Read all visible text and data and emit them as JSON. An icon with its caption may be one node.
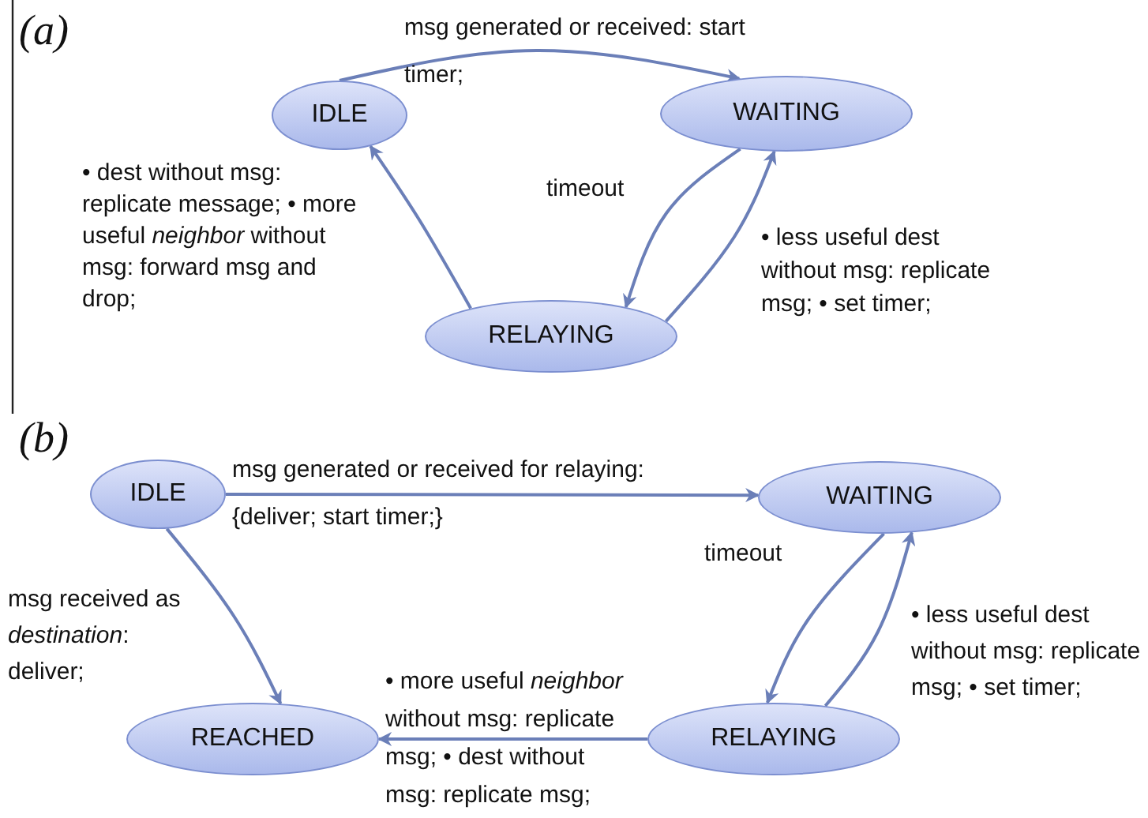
{
  "diagram": {
    "nodes": [
      {
        "text": [
          "IDLE"
        ]
      },
      {
        "text": [
          "WAITING"
        ]
      },
      {
        "text": [
          "RELAYING"
        ]
      },
      {
        "text": [
          "IDLE"
        ]
      },
      {
        "text": [
          "WAITING"
        ]
      },
      {
        "text": [
          "REACHED"
        ]
      },
      {
        "text": [
          "RELAYING"
        ]
      }
    ],
    "edges": [
      {
        "from": 0,
        "to": 1,
        "arrow": "to",
        "label": "msg generated or received: start timer;"
      },
      {
        "from": 2,
        "to": 0,
        "arrow": "to",
        "label": "• dest without msg: replicate message; • more useful *neighbor* without msg: forward msg and drop;"
      },
      {
        "from": 1,
        "to": 2,
        "arrow": "to",
        "label": "timeout"
      },
      {
        "from": 2,
        "to": 1,
        "arrow": "to",
        "label": "• less useful dest without msg: replicate msg; • set timer;"
      },
      {
        "from": 3,
        "to": 4,
        "arrow": "to",
        "label": "msg generated or received for relaying: {deliver; start timer;}"
      },
      {
        "from": 3,
        "to": 5,
        "arrow": "to",
        "label": "msg received as *destination*: deliver;"
      },
      {
        "from": 4,
        "to": 6,
        "arrow": "to",
        "label": "timeout"
      },
      {
        "from": 6,
        "to": 4,
        "arrow": "to",
        "label": "• less useful dest without msg: replicate msg; • set timer;"
      },
      {
        "from": 6,
        "to": 5,
        "arrow": "to",
        "label": "• more useful *neighbor* without msg: replicate msg; • dest without msg: replicate msg;"
      }
    ],
    "labels": [
      "(a)",
      "(b)"
    ]
  }
}
